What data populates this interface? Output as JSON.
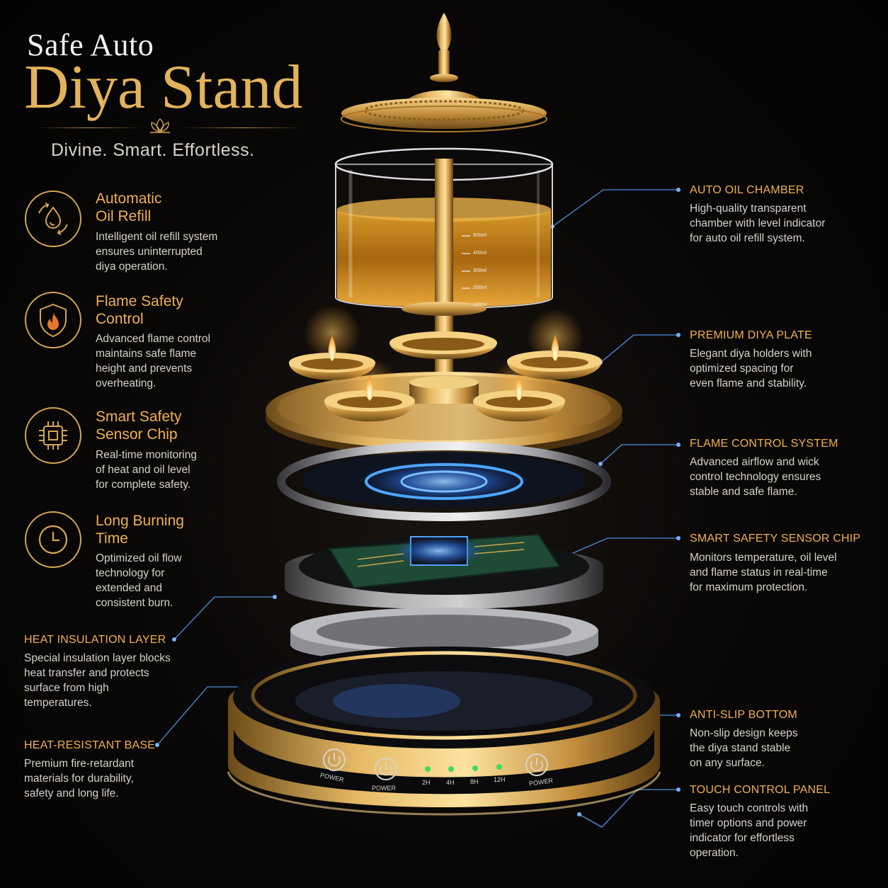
{
  "header": {
    "title_line1": "Safe Auto",
    "title_line2": "Diya Stand",
    "tagline": "Divine. Smart. Effortless."
  },
  "features": [
    {
      "icon": "oil-refill-icon",
      "title_l1": "Automatic",
      "title_l2": "Oil Refill",
      "desc": [
        "Intelligent oil refill system",
        "ensures uninterrupted",
        "diya operation."
      ]
    },
    {
      "icon": "flame-shield-icon",
      "title_l1": "Flame Safety",
      "title_l2": "Control",
      "desc": [
        "Advanced flame control",
        "maintains safe flame",
        "height and prevents",
        "overheating."
      ]
    },
    {
      "icon": "chip-icon",
      "title_l1": "Smart Safety",
      "title_l2": "Sensor Chip",
      "desc": [
        "Real-time monitoring",
        "of heat and oil level",
        "for complete safety."
      ]
    },
    {
      "icon": "clock-icon",
      "title_l1": "Long Burning",
      "title_l2": "Time",
      "desc": [
        "Optimized oil flow",
        "technology for",
        "extended and",
        "consistent burn."
      ]
    }
  ],
  "left_callouts": [
    {
      "title": "HEAT INSULATION LAYER",
      "desc": [
        "Special insulation layer blocks",
        "heat transfer and protects",
        "surface from high",
        "temperatures."
      ]
    },
    {
      "title": "HEAT-RESISTANT BASE",
      "desc": [
        "Premium fire-retardant",
        "materials for durability,",
        "safety and long life."
      ]
    }
  ],
  "right_callouts": [
    {
      "title": "AUTO OIL CHAMBER",
      "desc": [
        "High-quality transparent",
        "chamber with level indicator",
        "for auto oil refill system."
      ]
    },
    {
      "title": "PREMIUM DIYA PLATE",
      "desc": [
        "Elegant diya holders with",
        "optimized spacing for",
        "even flame and stability."
      ]
    },
    {
      "title": "FLAME CONTROL SYSTEM",
      "desc": [
        "Advanced airflow and wick",
        "control technology ensures",
        "stable and safe flame."
      ]
    },
    {
      "title": "SMART SAFETY SENSOR CHIP",
      "desc": [
        "Monitors temperature, oil level",
        "and flame status in real-time",
        "for maximum protection."
      ]
    },
    {
      "title": "ANTI-SLIP BOTTOM",
      "desc": [
        "Non-slip design keeps",
        "the diya stand stable",
        "on any surface."
      ]
    },
    {
      "title": "TOUCH CONTROL PANEL",
      "desc": [
        "Easy touch controls with",
        "timer options and power",
        "indicator for effortless",
        "operation."
      ]
    }
  ],
  "oil_scale": [
    "500ml",
    "400ml",
    "300ml",
    "200ml",
    "100ml"
  ],
  "control_panel": {
    "power_label": "POWER",
    "timers": [
      "2H",
      "4H",
      "8H",
      "12H"
    ]
  },
  "colors": {
    "gold": "#e2b25c",
    "accent_orange": "#efb04e",
    "glow_blue": "#3a8cff",
    "led_green": "#3fdc5a"
  }
}
